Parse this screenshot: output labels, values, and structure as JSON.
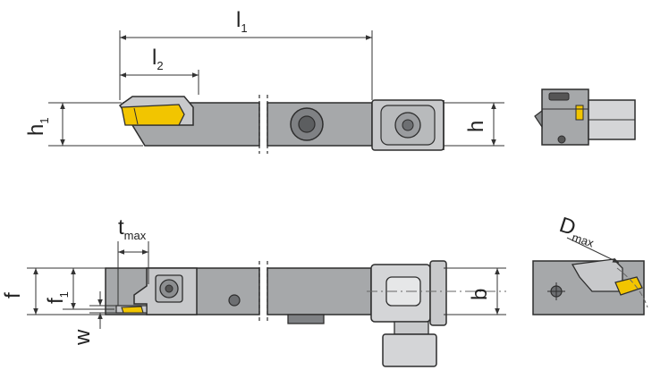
{
  "colors": {
    "body": "#a6a8aa",
    "body_dark": "#8c8e90",
    "outline": "#2d2d2d",
    "insert": "#f2c500",
    "dim_line": "#333333",
    "center_line": "#666666",
    "background": "#ffffff"
  },
  "labels": {
    "l1": {
      "main": "l",
      "sub": "1"
    },
    "l2": {
      "main": "l",
      "sub": "2"
    },
    "h1": {
      "main": "h",
      "sub": "1"
    },
    "h": "h",
    "tmax": {
      "main": "t",
      "sub": "max"
    },
    "f": "f",
    "f1": {
      "main": "f",
      "sub": "1"
    },
    "w": "w",
    "b": "b",
    "dmax": {
      "main": "D",
      "sub": "max"
    }
  }
}
